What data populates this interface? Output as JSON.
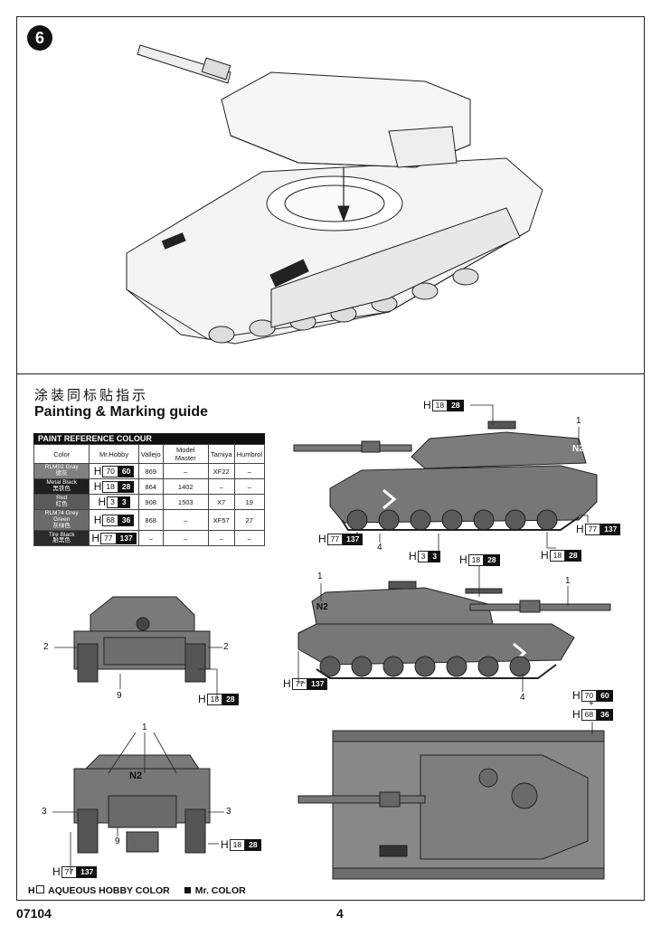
{
  "step_number": "6",
  "title_cn": "涂装同标贴指示",
  "title_en": "Painting & Marking guide",
  "table": {
    "caption": "PAINT  REFERENCE COLOUR",
    "headers": [
      "Color",
      "Mr.Hobby",
      "Vallejo",
      "Model Master",
      "Tamiya",
      "Humbrol"
    ],
    "rows": [
      {
        "color_en": "RLM02 Gray",
        "color_cn": "德灰",
        "h_white": "70",
        "h_black": "60",
        "vallejo": "869",
        "model_master": "–",
        "tamiya": "XF22",
        "humbrol": "–",
        "swatch": "#808080"
      },
      {
        "color_en": "Metal Black",
        "color_cn": "黑铁色",
        "h_white": "18",
        "h_black": "28",
        "vallejo": "864",
        "model_master": "1402",
        "tamiya": "–",
        "humbrol": "–",
        "swatch": "#1f1f1f"
      },
      {
        "color_en": "Red",
        "color_cn": "红色",
        "h_white": "3",
        "h_black": "3",
        "vallejo": "908",
        "model_master": "1503",
        "tamiya": "X7",
        "humbrol": "19",
        "swatch": "#5a5a5a"
      },
      {
        "color_en": "RLM74 Grey Green",
        "color_cn": "灰绿色",
        "h_white": "68",
        "h_black": "36",
        "vallejo": "868",
        "model_master": "–",
        "tamiya": "XF57",
        "humbrol": "27",
        "swatch": "#6b6b6b"
      },
      {
        "color_en": "Tire Black",
        "color_cn": "胎黑色",
        "h_white": "77",
        "h_black": "137",
        "vallejo": "–",
        "model_master": "–",
        "tamiya": "–",
        "humbrol": "–",
        "swatch": "#2a2a2a"
      }
    ]
  },
  "callouts": {
    "side1_top": {
      "w": "18",
      "b": "28"
    },
    "side1_right": {
      "w": "77",
      "b": "137"
    },
    "side1_left": {
      "w": "77",
      "b": "137"
    },
    "side1_bottom_mid": {
      "w": "3",
      "b": "3"
    },
    "side1_bottom_right": {
      "w": "18",
      "b": "28"
    },
    "side2_top": {
      "w": "18",
      "b": "28"
    },
    "side2_left": {
      "w": "77",
      "b": "137"
    },
    "front_right": {
      "w": "18",
      "b": "28"
    },
    "rear_right": {
      "w": "18",
      "b": "28"
    },
    "rear_left": {
      "w": "77",
      "b": "137"
    },
    "top_a": {
      "w": "70",
      "b": "60"
    },
    "top_b": {
      "w": "68",
      "b": "36"
    },
    "plus": "+"
  },
  "labels": {
    "n1": "1",
    "n2": "2",
    "n3": "3",
    "n4": "4",
    "n9": "9"
  },
  "markings": {
    "n2": "N2"
  },
  "legend": {
    "h": "H",
    "aqueous": "AQUEOUS HOBBY COLOR",
    "mr": "Mr. COLOR"
  },
  "footer": {
    "code": "07104",
    "page": "4"
  }
}
